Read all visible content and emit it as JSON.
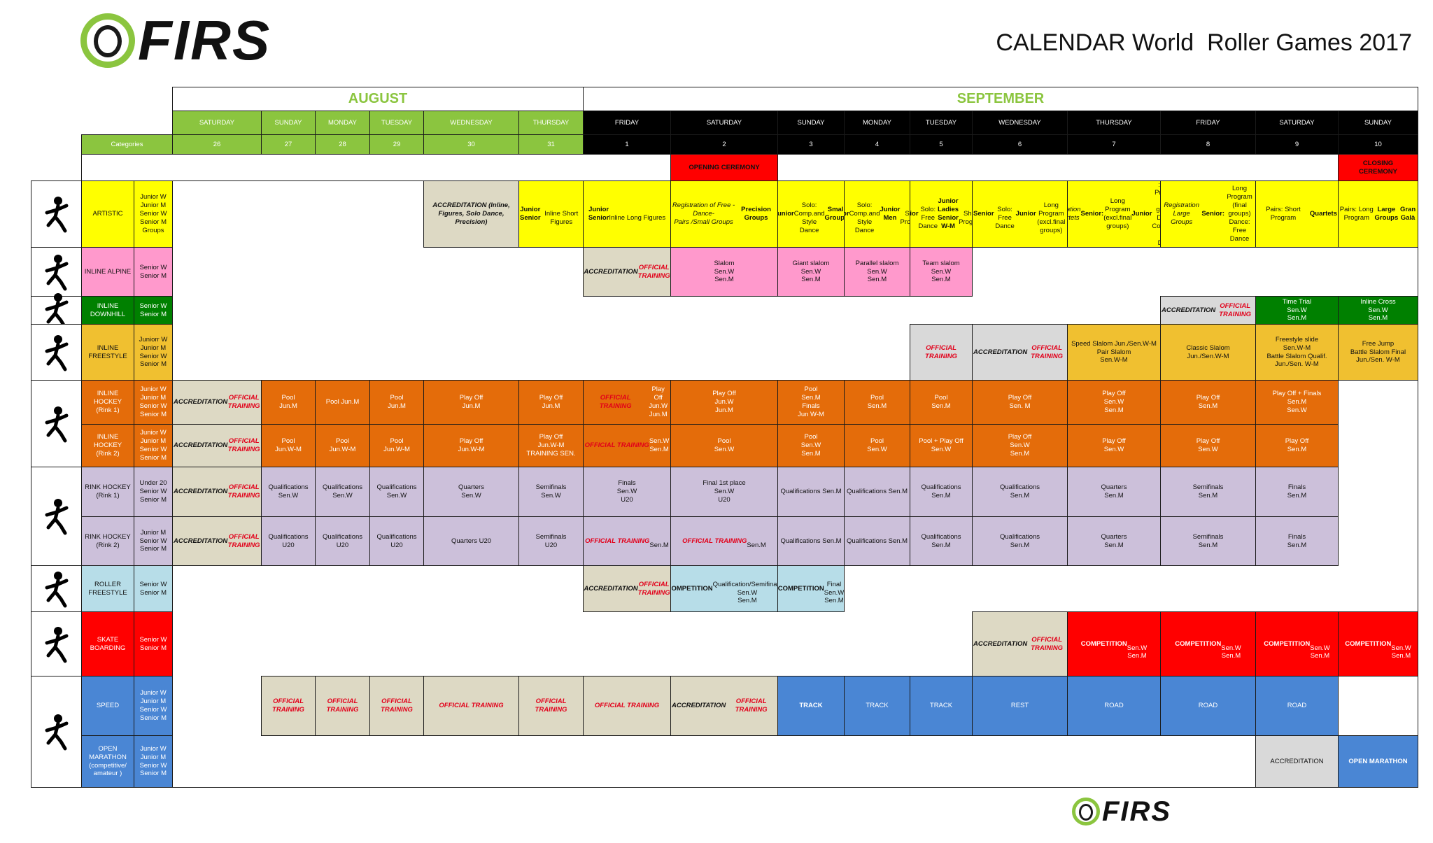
{
  "title": "CALENDAR World  Roller Games 2017",
  "logo_text": "FIRS",
  "months": {
    "august": "AUGUST",
    "september": "SEPTEMBER"
  },
  "categories_label": "Categories",
  "days": [
    {
      "name": "SATURDAY",
      "date": "26"
    },
    {
      "name": "SUNDAY",
      "date": "27"
    },
    {
      "name": "MONDAY",
      "date": "28"
    },
    {
      "name": "TUESDAY",
      "date": "29"
    },
    {
      "name": "WEDNESDAY",
      "date": "30"
    },
    {
      "name": "THURSDAY",
      "date": "31"
    },
    {
      "name": "FRIDAY",
      "date": "1"
    },
    {
      "name": "SATURDAY",
      "date": "2"
    },
    {
      "name": "SUNDAY",
      "date": "3"
    },
    {
      "name": "MONDAY",
      "date": "4"
    },
    {
      "name": "TUESDAY",
      "date": "5"
    },
    {
      "name": "WEDNESDAY",
      "date": "6"
    },
    {
      "name": "THURSDAY",
      "date": "7"
    },
    {
      "name": "FRIDAY",
      "date": "8"
    },
    {
      "name": "SATURDAY",
      "date": "9"
    },
    {
      "name": "SUNDAY",
      "date": "10"
    }
  ],
  "ceremonies": {
    "opening": "OPENING CEREMONY",
    "closing": "CLOSING\nCEREMONY"
  },
  "colors": {
    "green": "#8bc53f",
    "yellow": "#ffff00",
    "pink": "#ff99cc",
    "dkgreen": "#008000",
    "gold": "#f0c030",
    "orange": "#e46c0a",
    "lav": "#ccc0da",
    "ltblue": "#b7dde8",
    "red": "#ff0000",
    "blue": "#4a86d4",
    "tan": "#ddd9c4",
    "grey": "#d9d9d9"
  },
  "disciplines": [
    {
      "key": "artistic",
      "name": "ARTISTIC",
      "cats": "Junior W\nJunior M\nSenior W\nSenior M\nGroups",
      "icon": "artistic-skater-icon"
    },
    {
      "key": "alpine",
      "name": "INLINE ALPINE",
      "cats": "Senior W\nSenior M",
      "icon": "alpine-skater-icon"
    },
    {
      "key": "downhill",
      "name": "INLINE\nDOWNHILL",
      "cats": "Senior W\nSenior M",
      "icon": "downhill-skater-icon"
    },
    {
      "key": "freestyle",
      "name": "INLINE\nFREESTYLE",
      "cats": "Juniorr W\nJunior M\nSenior W\nSenior M",
      "icon": "freestyle-skater-icon"
    },
    {
      "key": "ih1",
      "name": "INLINE\nHOCKEY\n(Rink 1)",
      "cats": "Junior W\nJunior M\nSenior W\nSenior M",
      "icon": "inline-hockey-icon"
    },
    {
      "key": "ih2",
      "name": "INLINE\nHOCKEY\n(Rink 2)",
      "cats": "Junior W\nJunior M\nSenior W\nSenior M",
      "icon": ""
    },
    {
      "key": "rh1",
      "name": "RINK HOCKEY\n(Rink 1)",
      "cats": "Under 20\nSenior W\nSenior M",
      "icon": "rink-hockey-icon"
    },
    {
      "key": "rh2",
      "name": "RINK HOCKEY\n(Rink 2)",
      "cats": "Junior M\nSenior W\nSenior M",
      "icon": ""
    },
    {
      "key": "rf",
      "name": "ROLLER\nFREESTYLE",
      "cats": "Senior W\nSenior M",
      "icon": "roller-freestyle-icon"
    },
    {
      "key": "sk",
      "name": "SKATE\nBOARDING",
      "cats": "Senior W\nSenior M",
      "icon": "skateboarding-icon"
    },
    {
      "key": "speed",
      "name": "SPEED",
      "cats": "Junior W\nJunior M\nSenior W\nSenior M",
      "icon": "speed-skater-icon"
    },
    {
      "key": "om",
      "name": "OPEN\nMARATHON\n(competitive/\namateur )",
      "cats": "Junior W\nJunior M\nSenior W\nSenior M",
      "icon": ""
    }
  ],
  "events": [
    {
      "row": 0,
      "c0": 4,
      "c1": 4,
      "bg": "tan",
      "cls": "bi",
      "text": "ACCREDITATION  (Inline,\nFigures, Solo Dance,\nPrecision)"
    },
    {
      "row": 0,
      "c0": 5,
      "c1": 5,
      "bg": "yellow",
      "html": "<b>Junior\nSenior</b>\nInline Short  Figures"
    },
    {
      "row": 0,
      "c0": 6,
      "c1": 6,
      "bg": "yellow",
      "html": "<b>Junior\nSenior</b>\nInline Long  Figures"
    },
    {
      "row": 0,
      "c0": 7,
      "c1": 7,
      "bg": "yellow",
      "html": "<i>Registration of Free - Dance-\nPairs /Small Groups</i>\n<b>Precision Groups</b>"
    },
    {
      "row": 0,
      "c0": 8,
      "c1": 8,
      "bg": "yellow",
      "html": "<b>Junior</b>\nSolo: Comp.and\nStyle Dance\n<b>Small Groups</b>"
    },
    {
      "row": 0,
      "c0": 9,
      "c1": 9,
      "bg": "yellow",
      "html": "<b>Senior</b>\nSolo:  Comp.and\nStyle Dance\n<b>Junior Men</b>\nShort Program"
    },
    {
      "row": 0,
      "c0": 10,
      "c1": 10,
      "bg": "yellow",
      "html": "<b>Junior</b>\nSolo: Free Dance\n<b>Junior Ladies\nSenior W-M</b>\nShort Program"
    },
    {
      "row": 0,
      "c0": 11,
      "c1": 11,
      "bg": "yellow",
      "html": "<b>Senior</b>\nSolo: Free Dance\n<b>Junior</b>\nLong Program (excl.final\ngroups)"
    },
    {
      "row": 0,
      "c0": 12,
      "c1": 12,
      "bg": "yellow",
      "html": "<i>Registration of Quartets</i>\n<b>Senior:</b>Long Program\n(excl.final groups)\n<b>Junior</b> : Long Program (final\ngroups)\nDance: Comp.and Style\nDance"
    },
    {
      "row": 0,
      "c0": 13,
      "c1": 13,
      "bg": "yellow",
      "html": "<i>Registration Large Groups</i>\n<b>Senior:</b> Long Program (final\ngroups)\nDance: Free Dance"
    },
    {
      "row": 0,
      "c0": 14,
      "c1": 14,
      "bg": "yellow",
      "html": "Pairs: Short Program\n<b>Quartets</b>"
    },
    {
      "row": 0,
      "c0": 15,
      "c1": 15,
      "bg": "yellow",
      "html": "Pairs: Long Program\n<b>Large Groups</b>\n\n<b>Gran Galà</b>"
    },
    {
      "row": 1,
      "c0": 6,
      "c1": 6,
      "bg": "tan",
      "html": "<b><i>ACCREDITATION</i></b>\n\n<span class='red'>OFFICIAL TRAINING</span>"
    },
    {
      "row": 1,
      "c0": 7,
      "c1": 7,
      "bg": "pink",
      "text": "Slalom\nSen.W\nSen.M"
    },
    {
      "row": 1,
      "c0": 8,
      "c1": 8,
      "bg": "pink",
      "text": "Giant slalom\nSen.W\nSen.M"
    },
    {
      "row": 1,
      "c0": 9,
      "c1": 9,
      "bg": "pink",
      "text": "Parallel slalom\nSen.W\nSen.M"
    },
    {
      "row": 1,
      "c0": 10,
      "c1": 10,
      "bg": "pink",
      "text": "Team slalom\nSen.W\nSen.M"
    },
    {
      "row": 2,
      "c0": 13,
      "c1": 13,
      "bg": "grey",
      "html": "<b><i>ACCREDITATION</i></b>\n\n<span class='red'>OFFICIAL TRAINING</span>"
    },
    {
      "row": 2,
      "c0": 14,
      "c1": 14,
      "bg": "dkgreen",
      "cls": "wt",
      "text": "Time Trial\nSen.W\nSen.M"
    },
    {
      "row": 2,
      "c0": 15,
      "c1": 15,
      "bg": "dkgreen",
      "cls": "wt",
      "text": "Inline Cross\nSen.W\nSen.M"
    },
    {
      "row": 3,
      "c0": 10,
      "c1": 10,
      "bg": "grey",
      "cls": "red",
      "text": "OFFICIAL\nTRAINING"
    },
    {
      "row": 3,
      "c0": 11,
      "c1": 11,
      "bg": "grey",
      "html": "<b><i>ACCREDITATION</i></b>\n\n<span class='red'>OFFICIAL TRAINING</span>"
    },
    {
      "row": 3,
      "c0": 12,
      "c1": 12,
      "bg": "gold",
      "text": "Speed Slalom Jun./Sen.W-M\nPair Slalom\nSen.W-M"
    },
    {
      "row": 3,
      "c0": 13,
      "c1": 13,
      "bg": "gold",
      "text": "Classic Slalom\nJun./Sen.W-M"
    },
    {
      "row": 3,
      "c0": 14,
      "c1": 14,
      "bg": "gold",
      "text": "Freestyle slide\nSen.W-M\nBattle Slalom Qualif.\nJun./Sen. W-M"
    },
    {
      "row": 3,
      "c0": 15,
      "c1": 15,
      "bg": "gold",
      "text": "Free Jump\nBattle Slalom Final\nJun./Sen. W-M"
    },
    {
      "row": 4,
      "c0": 0,
      "c1": 0,
      "bg": "tan",
      "html": "<b><i>ACCREDITATION</i></b>\n\n<span class='red'>OFFICIAL TRAINING</span>"
    },
    {
      "row": 4,
      "c0": 1,
      "c1": 1,
      "bg": "orange",
      "cls": "wt",
      "text": "Pool\nJun.M"
    },
    {
      "row": 4,
      "c0": 2,
      "c1": 2,
      "bg": "orange",
      "cls": "wt",
      "text": "Pool        Jun.M"
    },
    {
      "row": 4,
      "c0": 3,
      "c1": 3,
      "bg": "orange",
      "cls": "wt",
      "text": "Pool\nJun.M"
    },
    {
      "row": 4,
      "c0": 4,
      "c1": 4,
      "bg": "orange",
      "cls": "wt",
      "text": "Play Off\nJun.M"
    },
    {
      "row": 4,
      "c0": 5,
      "c1": 5,
      "bg": "orange",
      "cls": "wt",
      "text": "Play Off\nJun.M"
    },
    {
      "row": 4,
      "c0": 6,
      "c1": 6,
      "bg": "orange",
      "html": "<span class='red'>OFFICIAL TRAINING</span>\n<span class='wt'>Play Off\nJun.W\nJun.M</span>"
    },
    {
      "row": 4,
      "c0": 7,
      "c1": 7,
      "bg": "orange",
      "cls": "wt",
      "text": "Play Off\nJun.W\nJun.M"
    },
    {
      "row": 4,
      "c0": 8,
      "c1": 8,
      "bg": "orange",
      "cls": "wt",
      "text": "Pool\nSen.M\nFinals\nJun W-M"
    },
    {
      "row": 4,
      "c0": 9,
      "c1": 9,
      "bg": "orange",
      "cls": "wt",
      "text": "Pool\nSen.M"
    },
    {
      "row": 4,
      "c0": 10,
      "c1": 10,
      "bg": "orange",
      "cls": "wt",
      "text": "Pool\nSen.M"
    },
    {
      "row": 4,
      "c0": 11,
      "c1": 11,
      "bg": "orange",
      "cls": "wt",
      "text": "Play Off\nSen. M"
    },
    {
      "row": 4,
      "c0": 12,
      "c1": 12,
      "bg": "orange",
      "cls": "wt",
      "text": "Play Off\nSen.W\nSen.M"
    },
    {
      "row": 4,
      "c0": 13,
      "c1": 13,
      "bg": "orange",
      "cls": "wt",
      "text": "Play Off\nSen.M"
    },
    {
      "row": 4,
      "c0": 14,
      "c1": 14,
      "bg": "orange",
      "cls": "wt",
      "text": "Play Off + Finals\nSen.M\nSen.W"
    },
    {
      "row": 5,
      "c0": 0,
      "c1": 0,
      "bg": "tan",
      "html": "<b><i>ACCREDITATION</i></b>\n\n<span class='red'>OFFICIAL TRAINING</span>"
    },
    {
      "row": 5,
      "c0": 1,
      "c1": 1,
      "bg": "orange",
      "cls": "wt",
      "text": "Pool\nJun.W-M"
    },
    {
      "row": 5,
      "c0": 2,
      "c1": 2,
      "bg": "orange",
      "cls": "wt",
      "text": "Pool\nJun.W-M"
    },
    {
      "row": 5,
      "c0": 3,
      "c1": 3,
      "bg": "orange",
      "cls": "wt",
      "text": "Pool\nJun.W-M"
    },
    {
      "row": 5,
      "c0": 4,
      "c1": 4,
      "bg": "orange",
      "cls": "wt",
      "text": "Play Off\nJun.W-M"
    },
    {
      "row": 5,
      "c0": 5,
      "c1": 5,
      "bg": "orange",
      "cls": "wt",
      "text": "Play Off\nJun.W-M\nTRAINING SEN."
    },
    {
      "row": 5,
      "c0": 6,
      "c1": 6,
      "bg": "orange",
      "html": "<span class='red'>OFFICIAL TRAINING</span>\n<span class='wt'>Sen.W\nSen.M</span>"
    },
    {
      "row": 5,
      "c0": 7,
      "c1": 7,
      "bg": "orange",
      "cls": "wt",
      "text": "Pool\nSen.W"
    },
    {
      "row": 5,
      "c0": 8,
      "c1": 8,
      "bg": "orange",
      "cls": "wt",
      "text": "Pool\nSen.W\nSen.M"
    },
    {
      "row": 5,
      "c0": 9,
      "c1": 9,
      "bg": "orange",
      "cls": "wt",
      "text": "Pool\nSen.W"
    },
    {
      "row": 5,
      "c0": 10,
      "c1": 10,
      "bg": "orange",
      "cls": "wt",
      "text": "Pool + Play Off\nSen.W"
    },
    {
      "row": 5,
      "c0": 11,
      "c1": 11,
      "bg": "orange",
      "cls": "wt",
      "text": "Play Off\nSen.W\nSen.M"
    },
    {
      "row": 5,
      "c0": 12,
      "c1": 12,
      "bg": "orange",
      "cls": "wt",
      "text": "Play Off\nSen.W"
    },
    {
      "row": 5,
      "c0": 13,
      "c1": 13,
      "bg": "orange",
      "cls": "wt",
      "text": "Play Off\nSen.W"
    },
    {
      "row": 5,
      "c0": 14,
      "c1": 14,
      "bg": "orange",
      "cls": "wt",
      "text": "Play Off\nSen.M"
    },
    {
      "row": 6,
      "c0": 0,
      "c1": 0,
      "bg": "tan",
      "html": "<b><i>ACCREDITATION</i></b>\n\n<span class='red'>OFFICIAL TRAINING</span>"
    },
    {
      "row": 6,
      "c0": 1,
      "c1": 1,
      "bg": "lav",
      "text": "Qualifications\nSen.W"
    },
    {
      "row": 6,
      "c0": 2,
      "c1": 2,
      "bg": "lav",
      "text": "Qualifications\nSen.W"
    },
    {
      "row": 6,
      "c0": 3,
      "c1": 3,
      "bg": "lav",
      "text": "Qualifications\nSen.W"
    },
    {
      "row": 6,
      "c0": 4,
      "c1": 4,
      "bg": "lav",
      "text": "Quarters\nSen.W"
    },
    {
      "row": 6,
      "c0": 5,
      "c1": 5,
      "bg": "lav",
      "text": "Semifinals\nSen.W"
    },
    {
      "row": 6,
      "c0": 6,
      "c1": 6,
      "bg": "lav",
      "text": "Finals\nSen.W\nU20"
    },
    {
      "row": 6,
      "c0": 7,
      "c1": 7,
      "bg": "lav",
      "text": "Final 1st place\nSen.W\nU20"
    },
    {
      "row": 6,
      "c0": 8,
      "c1": 8,
      "bg": "lav",
      "text": "Qualifications Sen.M"
    },
    {
      "row": 6,
      "c0": 9,
      "c1": 9,
      "bg": "lav",
      "text": "Qualifications Sen.M"
    },
    {
      "row": 6,
      "c0": 10,
      "c1": 10,
      "bg": "lav",
      "text": "Qualifications\nSen.M"
    },
    {
      "row": 6,
      "c0": 11,
      "c1": 11,
      "bg": "lav",
      "text": "Qualifications\nSen.M"
    },
    {
      "row": 6,
      "c0": 12,
      "c1": 12,
      "bg": "lav",
      "text": "Quarters\nSen.M"
    },
    {
      "row": 6,
      "c0": 13,
      "c1": 13,
      "bg": "lav",
      "text": "Semifinals\nSen.M"
    },
    {
      "row": 6,
      "c0": 14,
      "c1": 14,
      "bg": "lav",
      "text": "Finals\nSen.M"
    },
    {
      "row": 7,
      "c0": 0,
      "c1": 0,
      "bg": "tan",
      "html": "<b><i>ACCREDITATION</i></b>\n\n<span class='red'>OFFICIAL TRAINING</span>"
    },
    {
      "row": 7,
      "c0": 1,
      "c1": 1,
      "bg": "lav",
      "text": "Qualifications\nU20"
    },
    {
      "row": 7,
      "c0": 2,
      "c1": 2,
      "bg": "lav",
      "text": "Qualifications\nU20"
    },
    {
      "row": 7,
      "c0": 3,
      "c1": 3,
      "bg": "lav",
      "text": "Qualifications\nU20"
    },
    {
      "row": 7,
      "c0": 4,
      "c1": 4,
      "bg": "lav",
      "text": "Quarters  U20"
    },
    {
      "row": 7,
      "c0": 5,
      "c1": 5,
      "bg": "lav",
      "text": "Semifinals\nU20"
    },
    {
      "row": 7,
      "c0": 6,
      "c1": 6,
      "bg": "lav",
      "html": "<span class='red'>OFFICIAL TRAINING</span>\nSen.M"
    },
    {
      "row": 7,
      "c0": 7,
      "c1": 7,
      "bg": "lav",
      "html": "<span class='red'>OFFICIAL TRAINING</span>\nSen.M"
    },
    {
      "row": 7,
      "c0": 8,
      "c1": 8,
      "bg": "lav",
      "text": "Qualifications  Sen.M"
    },
    {
      "row": 7,
      "c0": 9,
      "c1": 9,
      "bg": "lav",
      "text": "Qualifications Sen.M"
    },
    {
      "row": 7,
      "c0": 10,
      "c1": 10,
      "bg": "lav",
      "text": "Qualifications\nSen.M"
    },
    {
      "row": 7,
      "c0": 11,
      "c1": 11,
      "bg": "lav",
      "text": "Qualifications\nSen.M"
    },
    {
      "row": 7,
      "c0": 12,
      "c1": 12,
      "bg": "lav",
      "text": "Quarters\nSen.M"
    },
    {
      "row": 7,
      "c0": 13,
      "c1": 13,
      "bg": "lav",
      "text": "Semifinals\nSen.M"
    },
    {
      "row": 7,
      "c0": 14,
      "c1": 14,
      "bg": "lav",
      "text": "Finals\nSen.M"
    },
    {
      "row": 8,
      "c0": 6,
      "c1": 6,
      "bg": "tan",
      "html": "<b><i>ACCREDITATION</i></b>\n\n<span class='red'>OFFICIAL TRAINING</span>"
    },
    {
      "row": 8,
      "c0": 7,
      "c1": 7,
      "bg": "ltblue",
      "html": "<b>COMPETITION</b>\nQualification/Semifinals\nSen.W\nSen.M"
    },
    {
      "row": 8,
      "c0": 8,
      "c1": 8,
      "bg": "ltblue",
      "html": "<b>COMPETITION</b>\nFinal\nSen.W\nSen.M"
    },
    {
      "row": 9,
      "c0": 11,
      "c1": 11,
      "bg": "tan",
      "html": "<b><i>ACCREDITATION</i></b>\n\n<span class='red'>OFFICIAL TRAINING</span>"
    },
    {
      "row": 9,
      "c0": 12,
      "c1": 12,
      "bg": "red",
      "cls": "wt",
      "html": "<b>COMPETITION</b>\n\nSen.W\nSen.M"
    },
    {
      "row": 9,
      "c0": 13,
      "c1": 13,
      "bg": "red",
      "cls": "wt",
      "html": "<b>COMPETITION</b>\n\nSen.W\nSen.M"
    },
    {
      "row": 9,
      "c0": 14,
      "c1": 14,
      "bg": "red",
      "cls": "wt",
      "html": "<b>COMPETITION</b>\n\nSen.W\nSen.M"
    },
    {
      "row": 9,
      "c0": 15,
      "c1": 15,
      "bg": "red",
      "cls": "wt",
      "html": "<b>COMPETITION</b>\n\nSen.W\nSen.M"
    },
    {
      "row": 10,
      "c0": 1,
      "c1": 1,
      "bg": "tan",
      "cls": "red",
      "text": "OFFICIAL\nTRAINING"
    },
    {
      "row": 10,
      "c0": 2,
      "c1": 2,
      "bg": "tan",
      "cls": "red",
      "text": "OFFICIAL\nTRAINING"
    },
    {
      "row": 10,
      "c0": 3,
      "c1": 3,
      "bg": "tan",
      "cls": "red",
      "text": "OFFICIAL\nTRAINING"
    },
    {
      "row": 10,
      "c0": 4,
      "c1": 4,
      "bg": "tan",
      "cls": "red",
      "text": "OFFICIAL TRAINING"
    },
    {
      "row": 10,
      "c0": 5,
      "c1": 5,
      "bg": "tan",
      "cls": "red",
      "text": "OFFICIAL\nTRAINING"
    },
    {
      "row": 10,
      "c0": 6,
      "c1": 6,
      "bg": "tan",
      "cls": "red",
      "text": "OFFICIAL TRAINING"
    },
    {
      "row": 10,
      "c0": 7,
      "c1": 7,
      "bg": "tan",
      "html": "<b><i>ACCREDITATION</i></b>\n\n<span class='red'>OFFICIAL TRAINING</span>"
    },
    {
      "row": 10,
      "c0": 8,
      "c1": 8,
      "bg": "blue",
      "cls": "wt b",
      "text": "TRACK"
    },
    {
      "row": 10,
      "c0": 9,
      "c1": 9,
      "bg": "blue",
      "cls": "wt",
      "text": "TRACK"
    },
    {
      "row": 10,
      "c0": 10,
      "c1": 10,
      "bg": "blue",
      "cls": "wt",
      "text": "TRACK"
    },
    {
      "row": 10,
      "c0": 11,
      "c1": 11,
      "bg": "blue",
      "cls": "wt",
      "text": "REST"
    },
    {
      "row": 10,
      "c0": 12,
      "c1": 12,
      "bg": "blue",
      "cls": "wt",
      "text": "ROAD"
    },
    {
      "row": 10,
      "c0": 13,
      "c1": 13,
      "bg": "blue",
      "cls": "wt",
      "text": "ROAD"
    },
    {
      "row": 10,
      "c0": 14,
      "c1": 14,
      "bg": "blue",
      "cls": "wt",
      "text": "ROAD"
    },
    {
      "row": 11,
      "c0": 14,
      "c1": 14,
      "bg": "grey",
      "text": "ACCREDITATION"
    },
    {
      "row": 11,
      "c0": 15,
      "c1": 15,
      "bg": "blue",
      "cls": "wt b",
      "text": "OPEN MARATHON"
    }
  ]
}
